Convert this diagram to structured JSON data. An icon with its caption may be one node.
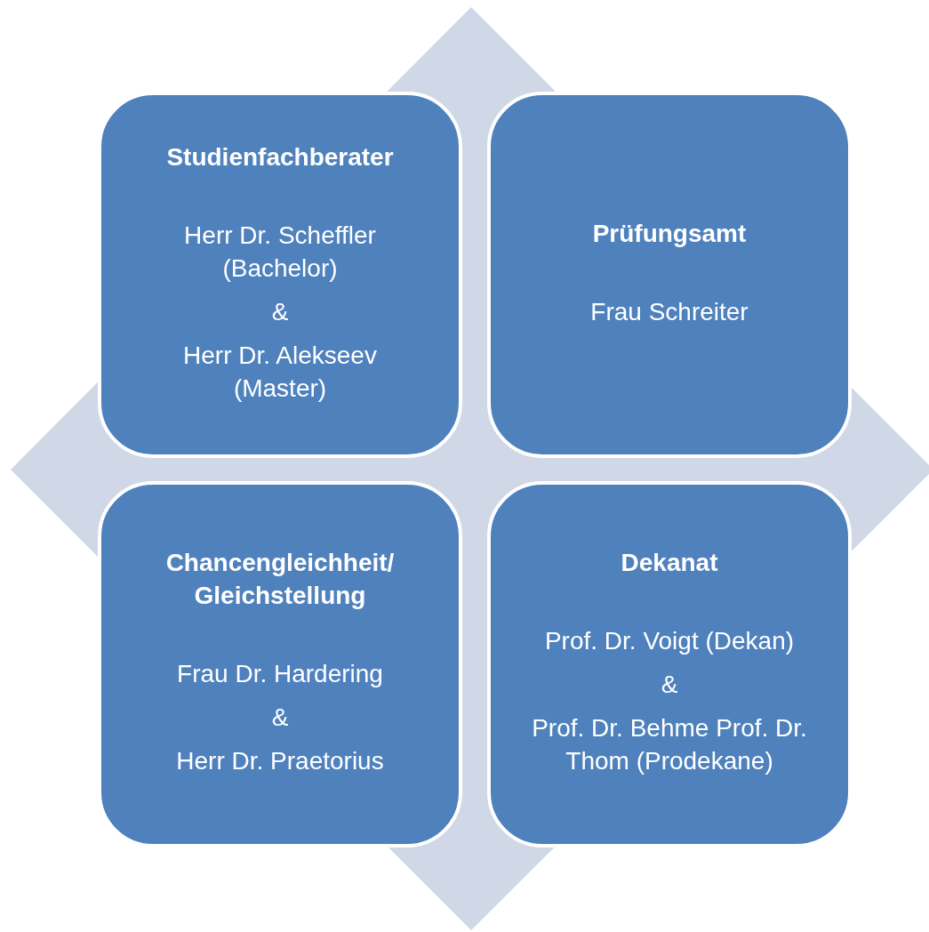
{
  "diagram": {
    "nodes": [
      {
        "text": [
          "Studienfachberater",
          "Herr Dr. Scheffler (Bachelor)",
          "&",
          "Herr Dr. Alekseev (Master)"
        ]
      },
      {
        "text": [
          "Prüfungsamt",
          "Frau Schreiter"
        ]
      },
      {
        "text": [
          "Chancengleichheit/ Gleichstellung",
          "Frau Dr. Hardering",
          "&",
          "Herr Dr. Praetorius"
        ]
      },
      {
        "text": [
          "Dekanat",
          "Prof. Dr. Voigt (Dekan)",
          "&",
          "Prof. Dr. Behme Prof. Dr. Thom (Prodekane)"
        ]
      }
    ]
  }
}
